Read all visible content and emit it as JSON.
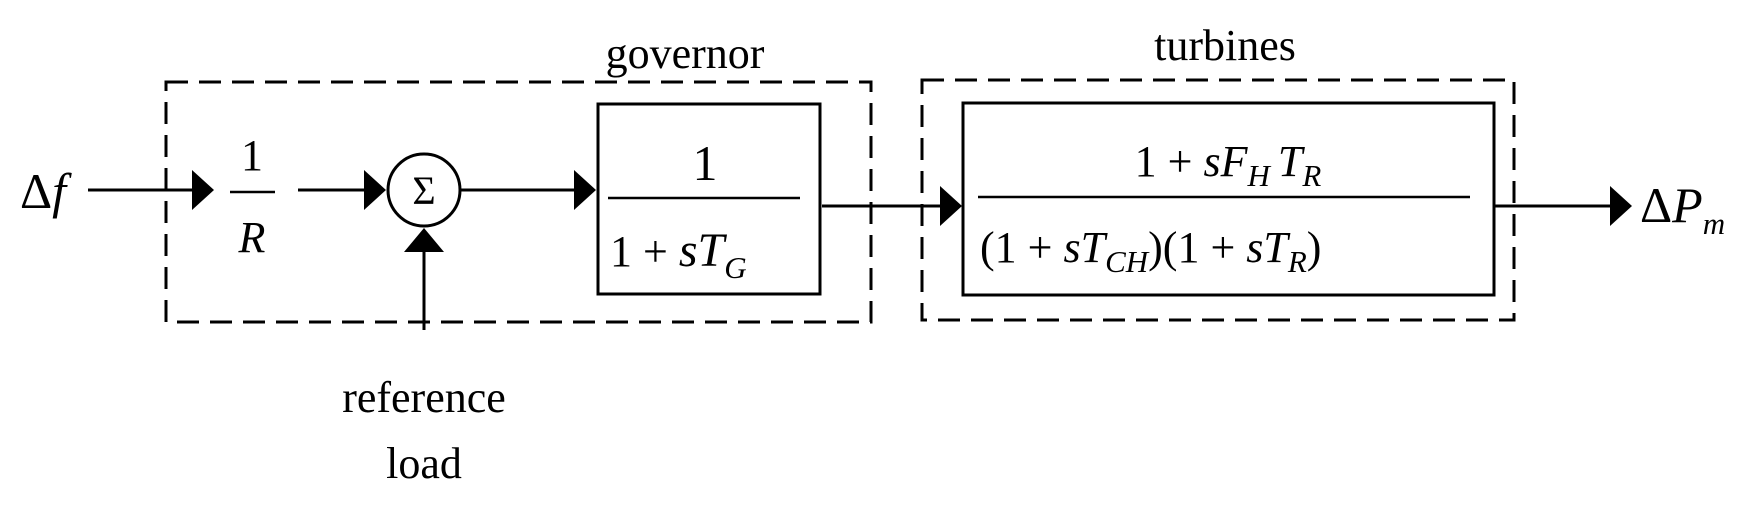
{
  "governor": {
    "title": "governor",
    "gain": {
      "num": "1",
      "den": "R"
    },
    "summer_symbol": "Σ",
    "tf": {
      "num": "1",
      "den_prefix": "1 + ",
      "den_var": "sT",
      "den_sub": "G"
    }
  },
  "turbines": {
    "title": "turbines",
    "tf": {
      "num_prefix": "1 + ",
      "num_s": "sF",
      "num_sub_h": "H",
      "num_t": "T",
      "num_sub_r": "R",
      "den_prefix": "(1 + ",
      "den_var1": "sT",
      "den_sub1": "CH",
      "den_mid": ")(1 + ",
      "den_var2": "sT",
      "den_sub2": "R",
      "den_suffix": ")"
    }
  },
  "input": {
    "delta": "Δ",
    "var": "f"
  },
  "output": {
    "delta": "Δ",
    "var": "P",
    "sub": "m"
  },
  "reference": {
    "line1": "reference",
    "line2": "load"
  }
}
